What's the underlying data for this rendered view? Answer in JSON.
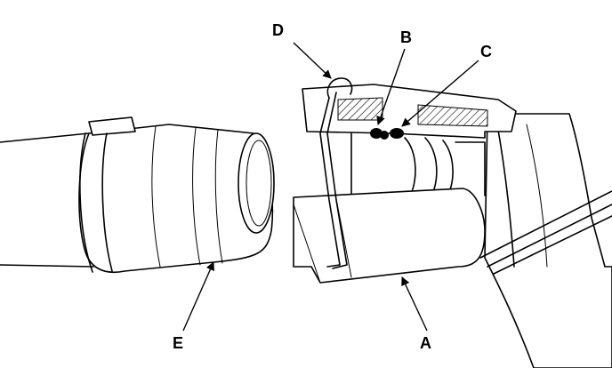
{
  "diagram": {
    "labels": {
      "a": "A",
      "b": "B",
      "c": "C",
      "d": "D",
      "e": "E"
    }
  },
  "colors": {
    "ink": "#000000",
    "background": "#ffffff"
  }
}
